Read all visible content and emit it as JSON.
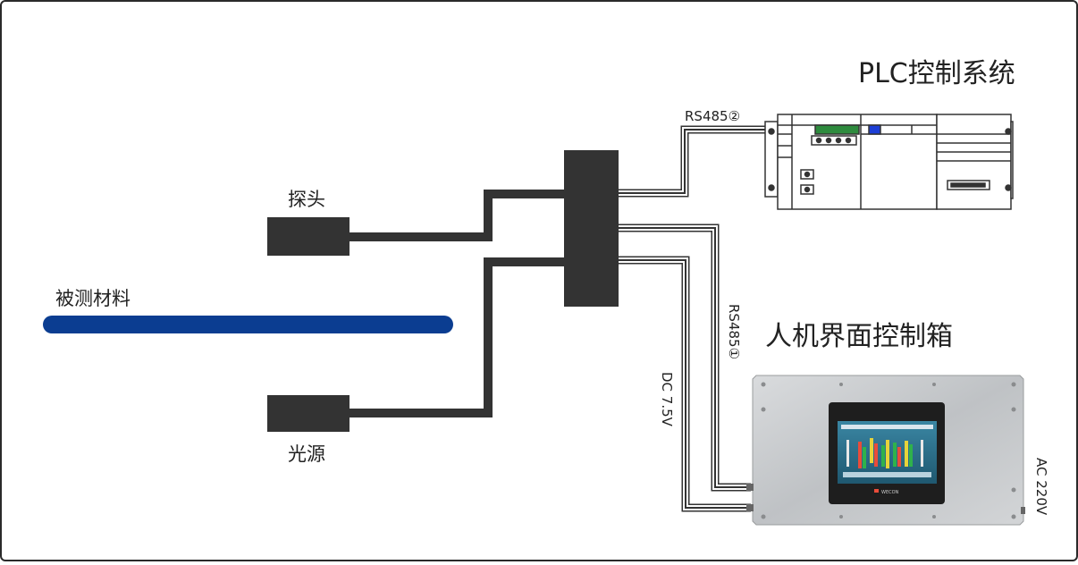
{
  "labels": {
    "plc_system": "PLC控制系统",
    "probe": "探头",
    "light_source": "光源",
    "material": "被测材料",
    "hmi_box": "人机界面控制箱",
    "rs485_2": "RS485②",
    "rs485_1": "RS485①",
    "dc_power": "DC 7.5V",
    "ac_power": "AC 220V"
  },
  "hmi_brand": "WECON",
  "colors": {
    "cable": "#333333",
    "material_bar": "#0b3d91",
    "frame_border": "#2a2a2a",
    "panel_steel": "#c7c9cb",
    "screen_bg": "#2d6f8a",
    "plc_green": "#2e8b3e",
    "plc_blue": "#1d3fd6"
  },
  "icons": {
    "probe": "probe-box",
    "light_source": "light-source-box",
    "junction": "junction-box",
    "plc": "plc-rack",
    "hmi": "hmi-panel"
  }
}
